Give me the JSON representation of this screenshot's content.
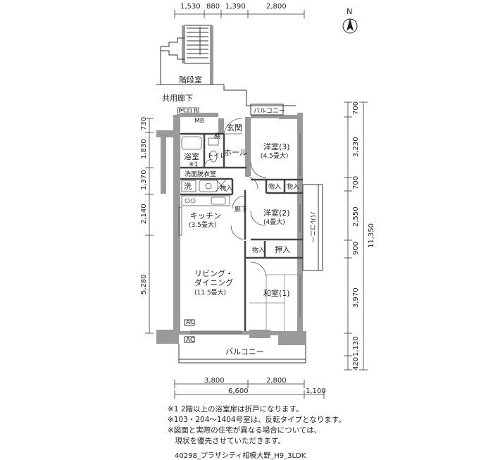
{
  "compass": {
    "label": "N"
  },
  "dimensions": {
    "top": [
      "1,530",
      "880",
      "1,390",
      "2,800"
    ],
    "bottom_row1": [
      "3,800",
      "2,800"
    ],
    "bottom_row2": [
      "6,600",
      "1,100"
    ],
    "left": [
      "730",
      "1,830",
      "1,370",
      "2,140",
      "5,280"
    ],
    "right_inner": [
      "700",
      "3,230",
      "700",
      "2,550",
      "900",
      "3,970",
      "1,130",
      "420"
    ],
    "right_total": "11,350"
  },
  "rooms": {
    "stairwell": "階段室",
    "corridor": "共用廊下",
    "ps": "PS",
    "lb": "LB",
    "mb": "MB",
    "entrance": "玄関",
    "hall": "ホール",
    "bath": "浴室",
    "bath_note": "※1",
    "toilet": "トイレ",
    "shelf": "棚",
    "washroom": "洗面脱衣室",
    "washer": "洗",
    "storage_small": "物入",
    "western3": "洋室(3)",
    "western3_size": "(4.5畳大)",
    "balcony_top": "バルコニー",
    "storage_w3a": "物入",
    "storage_w3b": "物入",
    "kitchen": "キッチン",
    "kitchen_size": "(3.5畳大)",
    "hallway": "廊下",
    "western2": "洋室(2)",
    "western2_size": "(4畳大)",
    "balcony_side": "バルコニー",
    "storage_closet": "物入",
    "oshiire": "押入",
    "living": "リビング・",
    "living2": "ダイニング",
    "living_size": "(11.5畳大)",
    "japanese": "和室(1)",
    "ac1": "AC",
    "ac2": "AC",
    "balcony_bottom": "バルコニー"
  },
  "notes": [
    "※1  2階以上の浴室扉は折戸になります。",
    "※103・204〜1404号室は、反転タイプとなります。",
    "※図面と実際の住宅が異なる場合については、",
    "　現状を優先させていただきます。"
  ],
  "caption": "40298_プラザシティ相模大野_H9_3LDK"
}
